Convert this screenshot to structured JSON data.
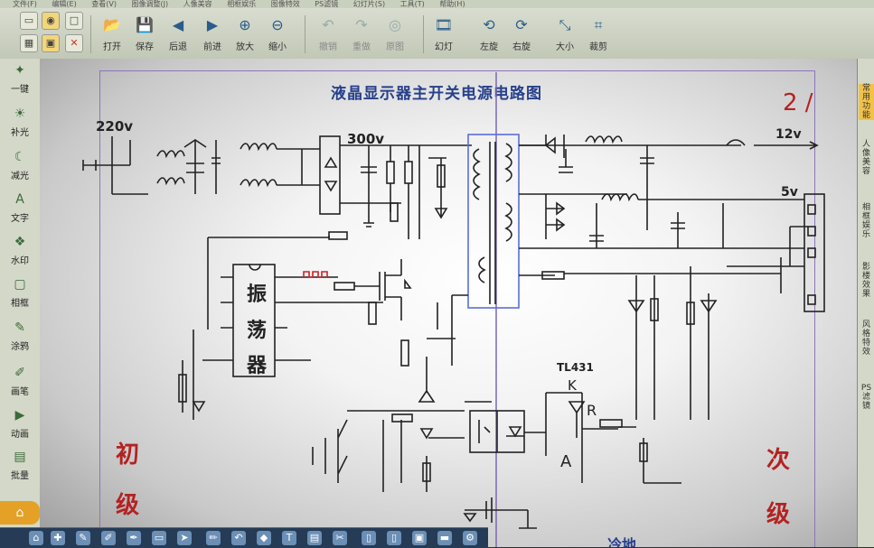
{
  "menu": [
    "文件(F)",
    "编辑(E)",
    "查看(V)",
    "图像调整(J)",
    "人像美容",
    "相框娱乐",
    "图像特效",
    "PS滤镜",
    "幻灯片(S)",
    "工具(T)",
    "帮助(H)"
  ],
  "toolbar": {
    "open": "打开",
    "save": "保存",
    "back": "后退",
    "forward": "前进",
    "zoom_in": "放大",
    "zoom_out": "缩小",
    "undo": "撤销",
    "redo": "重做",
    "original": "原图",
    "slideshow": "幻灯",
    "rotate_left": "左旋",
    "rotate_right": "右旋",
    "size": "大小",
    "crop": "裁剪"
  },
  "sidebar": [
    "一键",
    "补光",
    "减光",
    "文字",
    "水印",
    "相框",
    "涂鸦",
    "画笔",
    "动画",
    "批量"
  ],
  "right_tabs": [
    "常用功能",
    "人像美容",
    "相框娱乐",
    "影楼效果",
    "风格特效",
    "PS滤镜"
  ],
  "diagram": {
    "title": "液晶显示器主开关电源电路图",
    "v220": "220v",
    "v300": "300v",
    "v12": "12v",
    "v5": "5v",
    "osc1": "振",
    "osc2": "荡",
    "osc3": "器",
    "tl431": "TL431",
    "k": "K",
    "a": "A",
    "r": "R",
    "page": "2 /",
    "primary1": "初",
    "primary2": "级",
    "secondary1": "次",
    "secondary2": "级",
    "cold_ground": "冷地"
  },
  "colors": {
    "title": "#27408b",
    "accent_red": "#b32222",
    "frame": "#8a76b8",
    "transformer": "#5a6fd8"
  }
}
